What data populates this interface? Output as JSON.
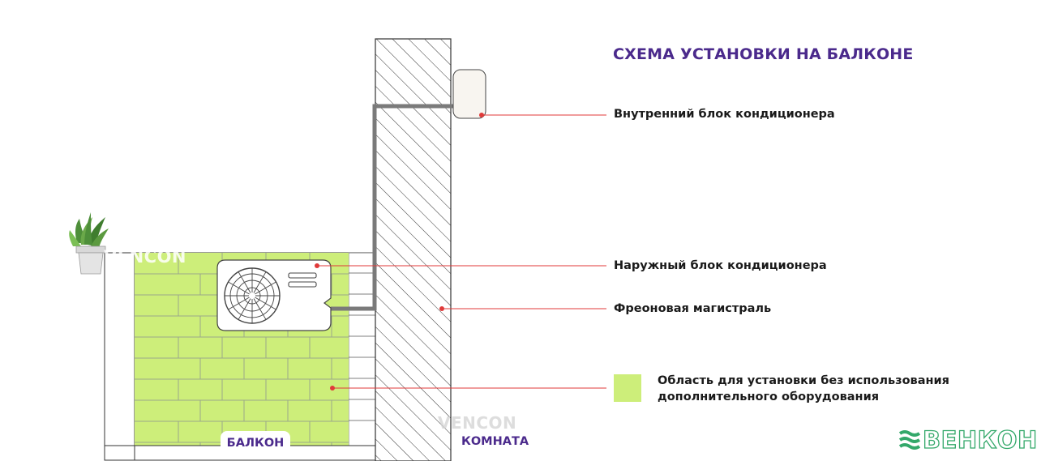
{
  "title": "СХЕМА УСТАНОВКИ НА БАЛКОНЕ",
  "labels": {
    "indoor_unit": "Внутренний блок кондиционера",
    "outdoor_unit": "Наружный блок кондиционера",
    "freon_line": "Фреоновая магистраль"
  },
  "legend": {
    "line1": "Область для установки без использования",
    "line2": "дополнительного оборудования"
  },
  "zones": {
    "balcony": "БАЛКОН",
    "room": "КОМНАТА"
  },
  "watermark": "VENCON",
  "brand": "ВЕНКОН",
  "colors": {
    "title": "#4b2a8c",
    "accent_line": "#e03a3a",
    "install_area": "#cdee7a",
    "brick_mortar": "#9aa88a",
    "pipe": "#7a7a7a",
    "brand": "#33a86a",
    "zone_text": "#4b2a8c"
  }
}
